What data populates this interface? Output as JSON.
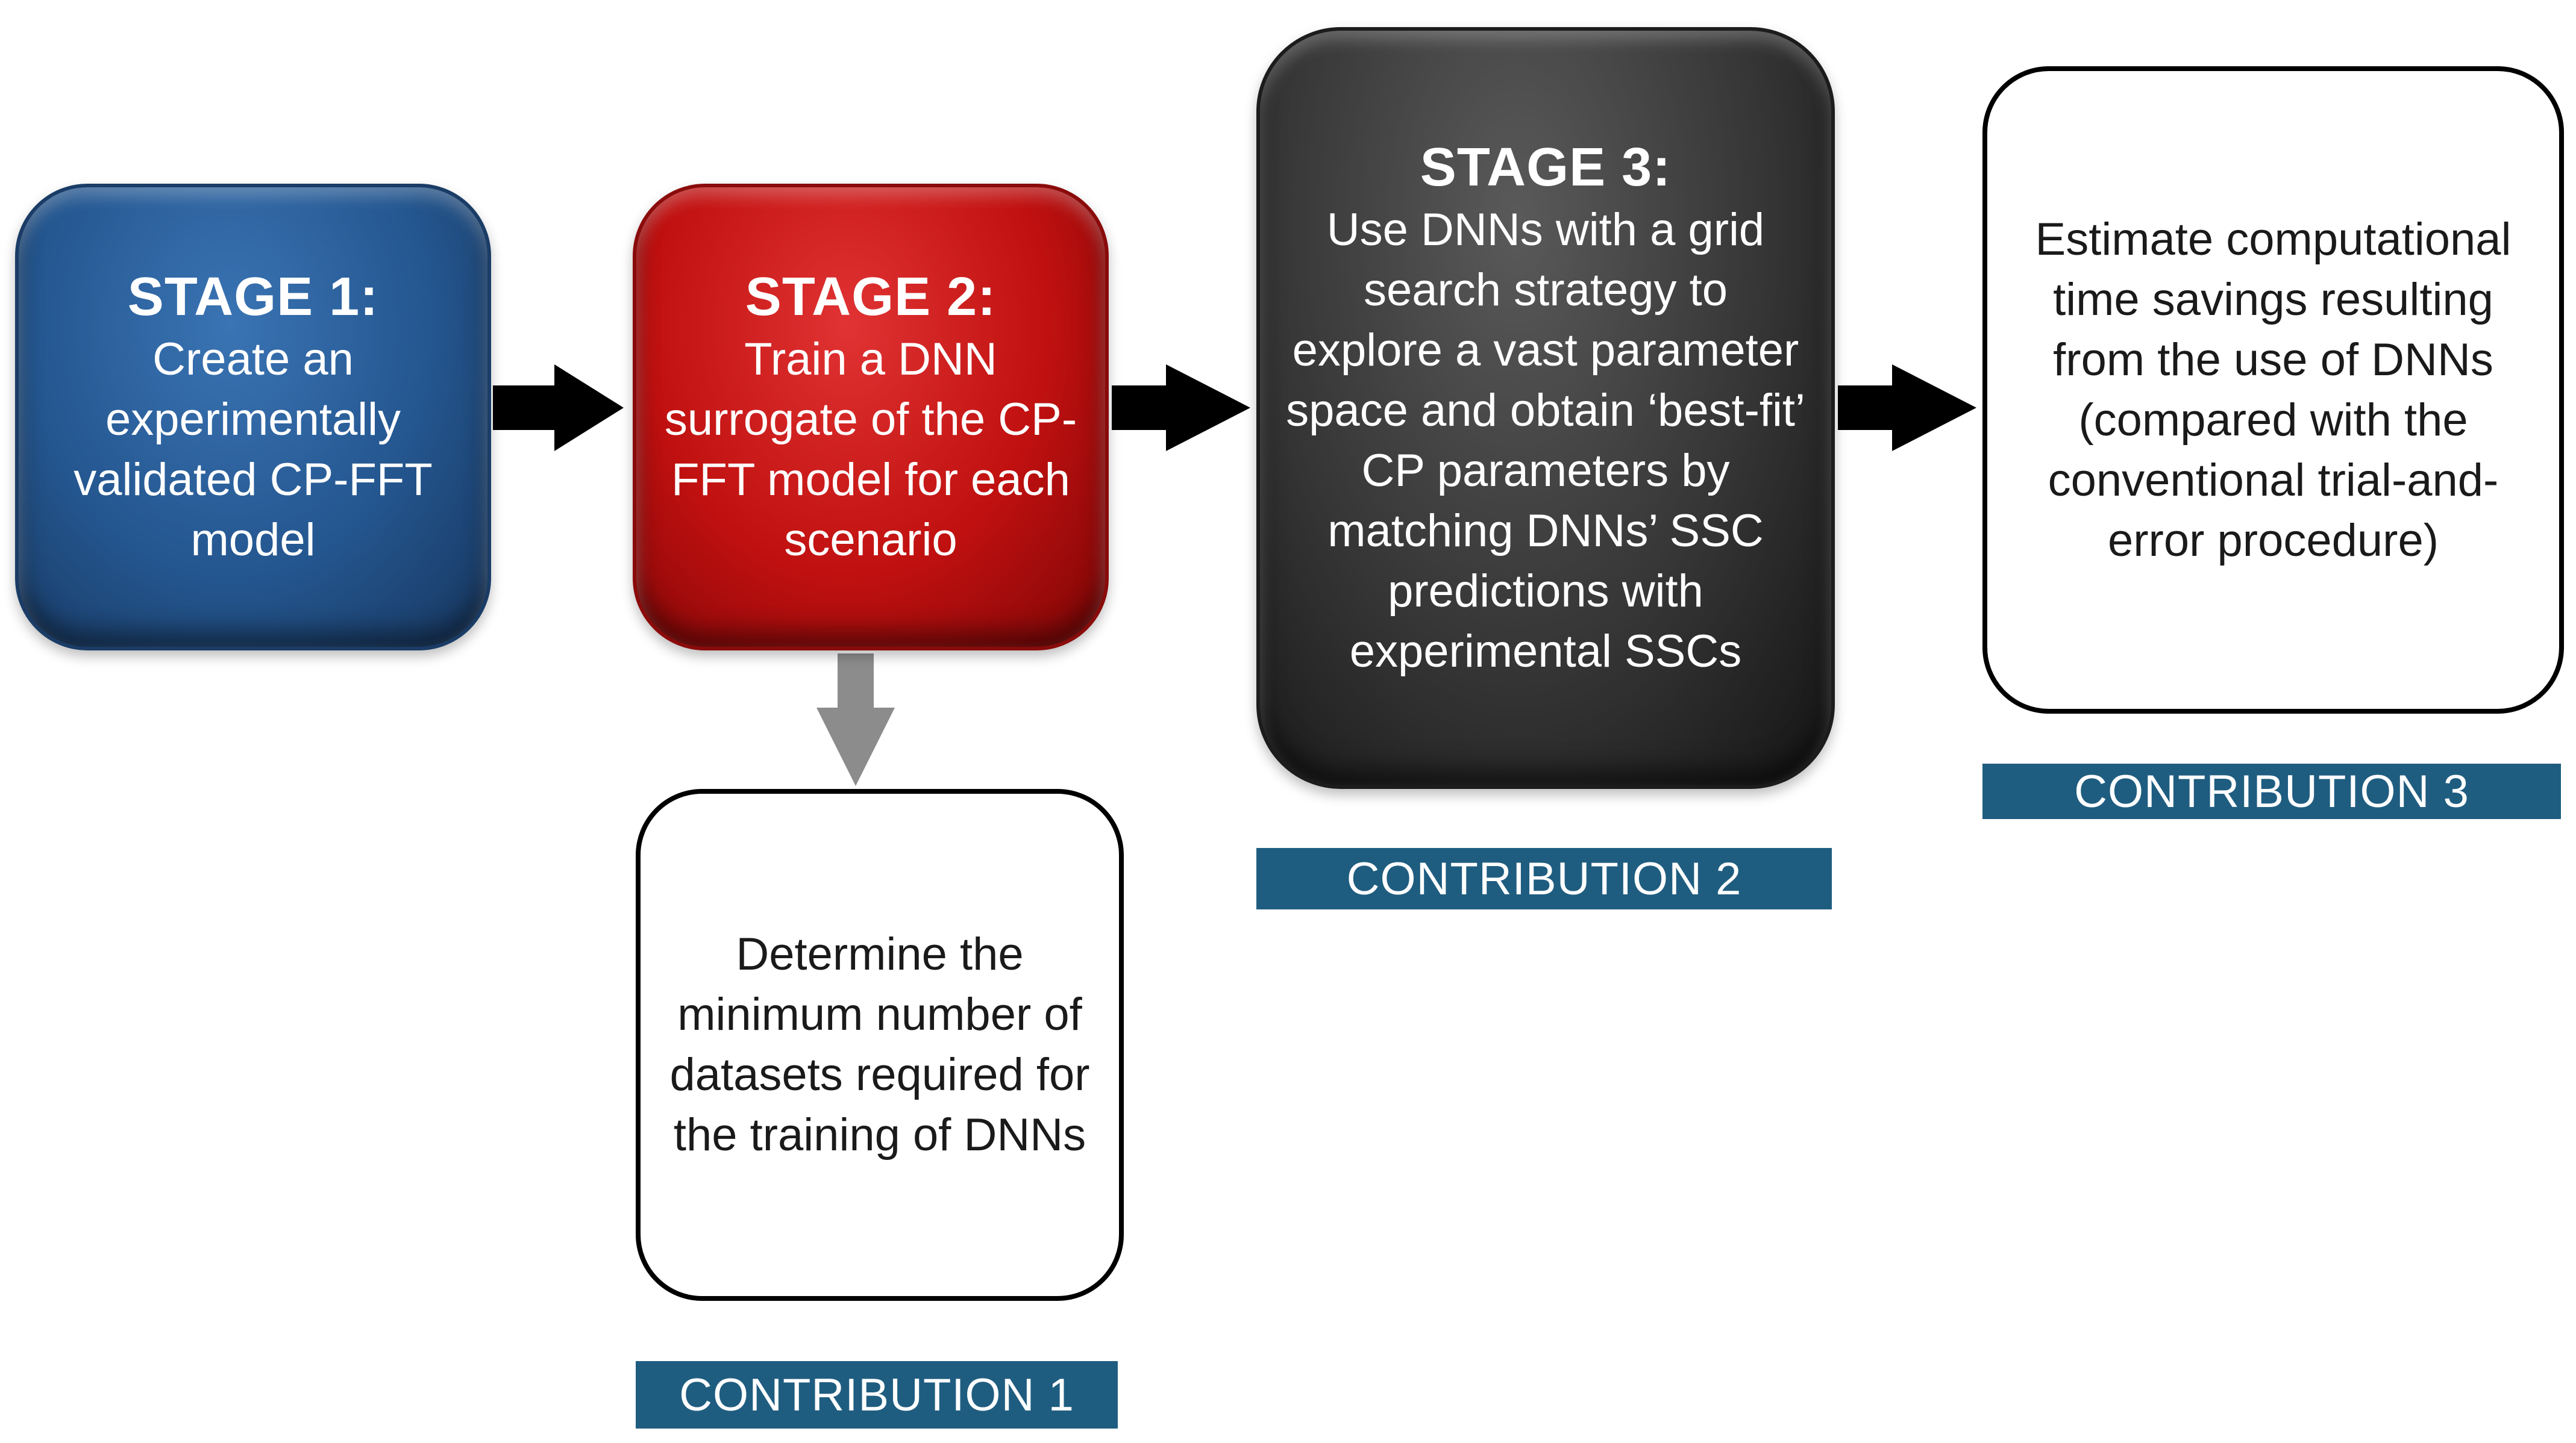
{
  "stage1": {
    "title": "STAGE 1:",
    "body": "Create an experimentally validated CP-FFT model"
  },
  "stage2": {
    "title": "STAGE 2:",
    "body": "Train a DNN surrogate of the CP-FFT model for each scenario"
  },
  "stage3": {
    "title": "STAGE 3:",
    "body": "Use DNNs with a grid search strategy to explore a vast parameter space and obtain ‘best-fit’ CP parameters by matching DNNs’ SSC predictions with experimental SSCs"
  },
  "contribution1": {
    "text": "Determine the minimum number of datasets required for the training of DNNs",
    "label": "CONTRIBUTION 1"
  },
  "contribution2": {
    "label": "CONTRIBUTION 2"
  },
  "contribution3": {
    "text": "Estimate computational time savings resulting from the use of DNNs (compared with the conventional trial-and-error procedure)",
    "label": "CONTRIBUTION 3"
  },
  "colors": {
    "stage1": "#24568f",
    "stage2": "#c01010",
    "stage3": "#363636",
    "label_bg": "#1f5d80",
    "arrow_main": "#000000",
    "arrow_down": "#8c8c8c"
  }
}
